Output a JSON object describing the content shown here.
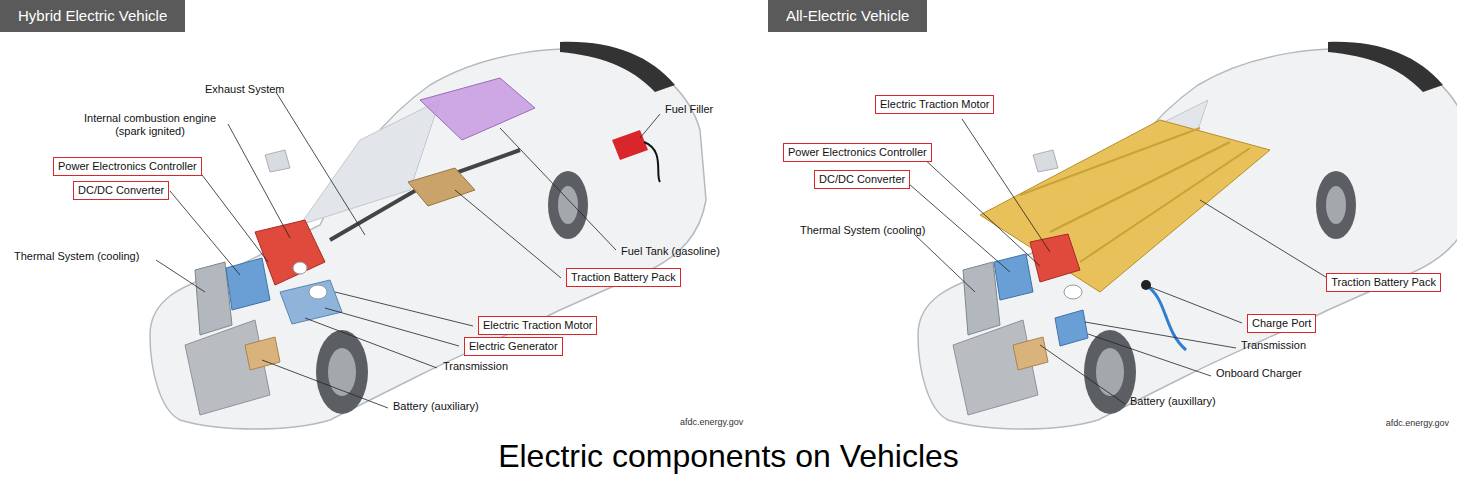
{
  "diagram": {
    "caption": "Electric components on Vehicles",
    "nodes": [
      {
        "text": [
          "Hybrid Electric Vehicle"
        ]
      },
      {
        "text": [
          "Power Electronics Controller"
        ]
      },
      {
        "text": [
          "DC/DC Converter"
        ]
      },
      {
        "text": [
          "Traction Battery Pack"
        ]
      },
      {
        "text": [
          "Electric Traction Motor"
        ]
      },
      {
        "text": [
          "Electric Generator"
        ]
      },
      {
        "text": [
          "All-Electric Vehicle"
        ]
      },
      {
        "text": [
          "Electric Traction Motor"
        ]
      },
      {
        "text": [
          "Power Electronics Controller"
        ]
      },
      {
        "text": [
          "DC/DC Converter"
        ]
      },
      {
        "text": [
          "Traction Battery Pack"
        ]
      },
      {
        "text": [
          "Charge Port"
        ]
      }
    ],
    "labels": [
      "Exhaust System",
      "Internal combustion engine (spark ignited)",
      "Fuel Filler",
      "Thermal System (cooling)",
      "Fuel Tank (gasoline)",
      "Transmission",
      "Battery (auxiliary)",
      "afdc.energy.gov",
      "Thermal System (cooling)",
      "Transmission",
      "Onboard Charger",
      "Battery (auxillary)",
      "afdc.energy.gov"
    ]
  }
}
